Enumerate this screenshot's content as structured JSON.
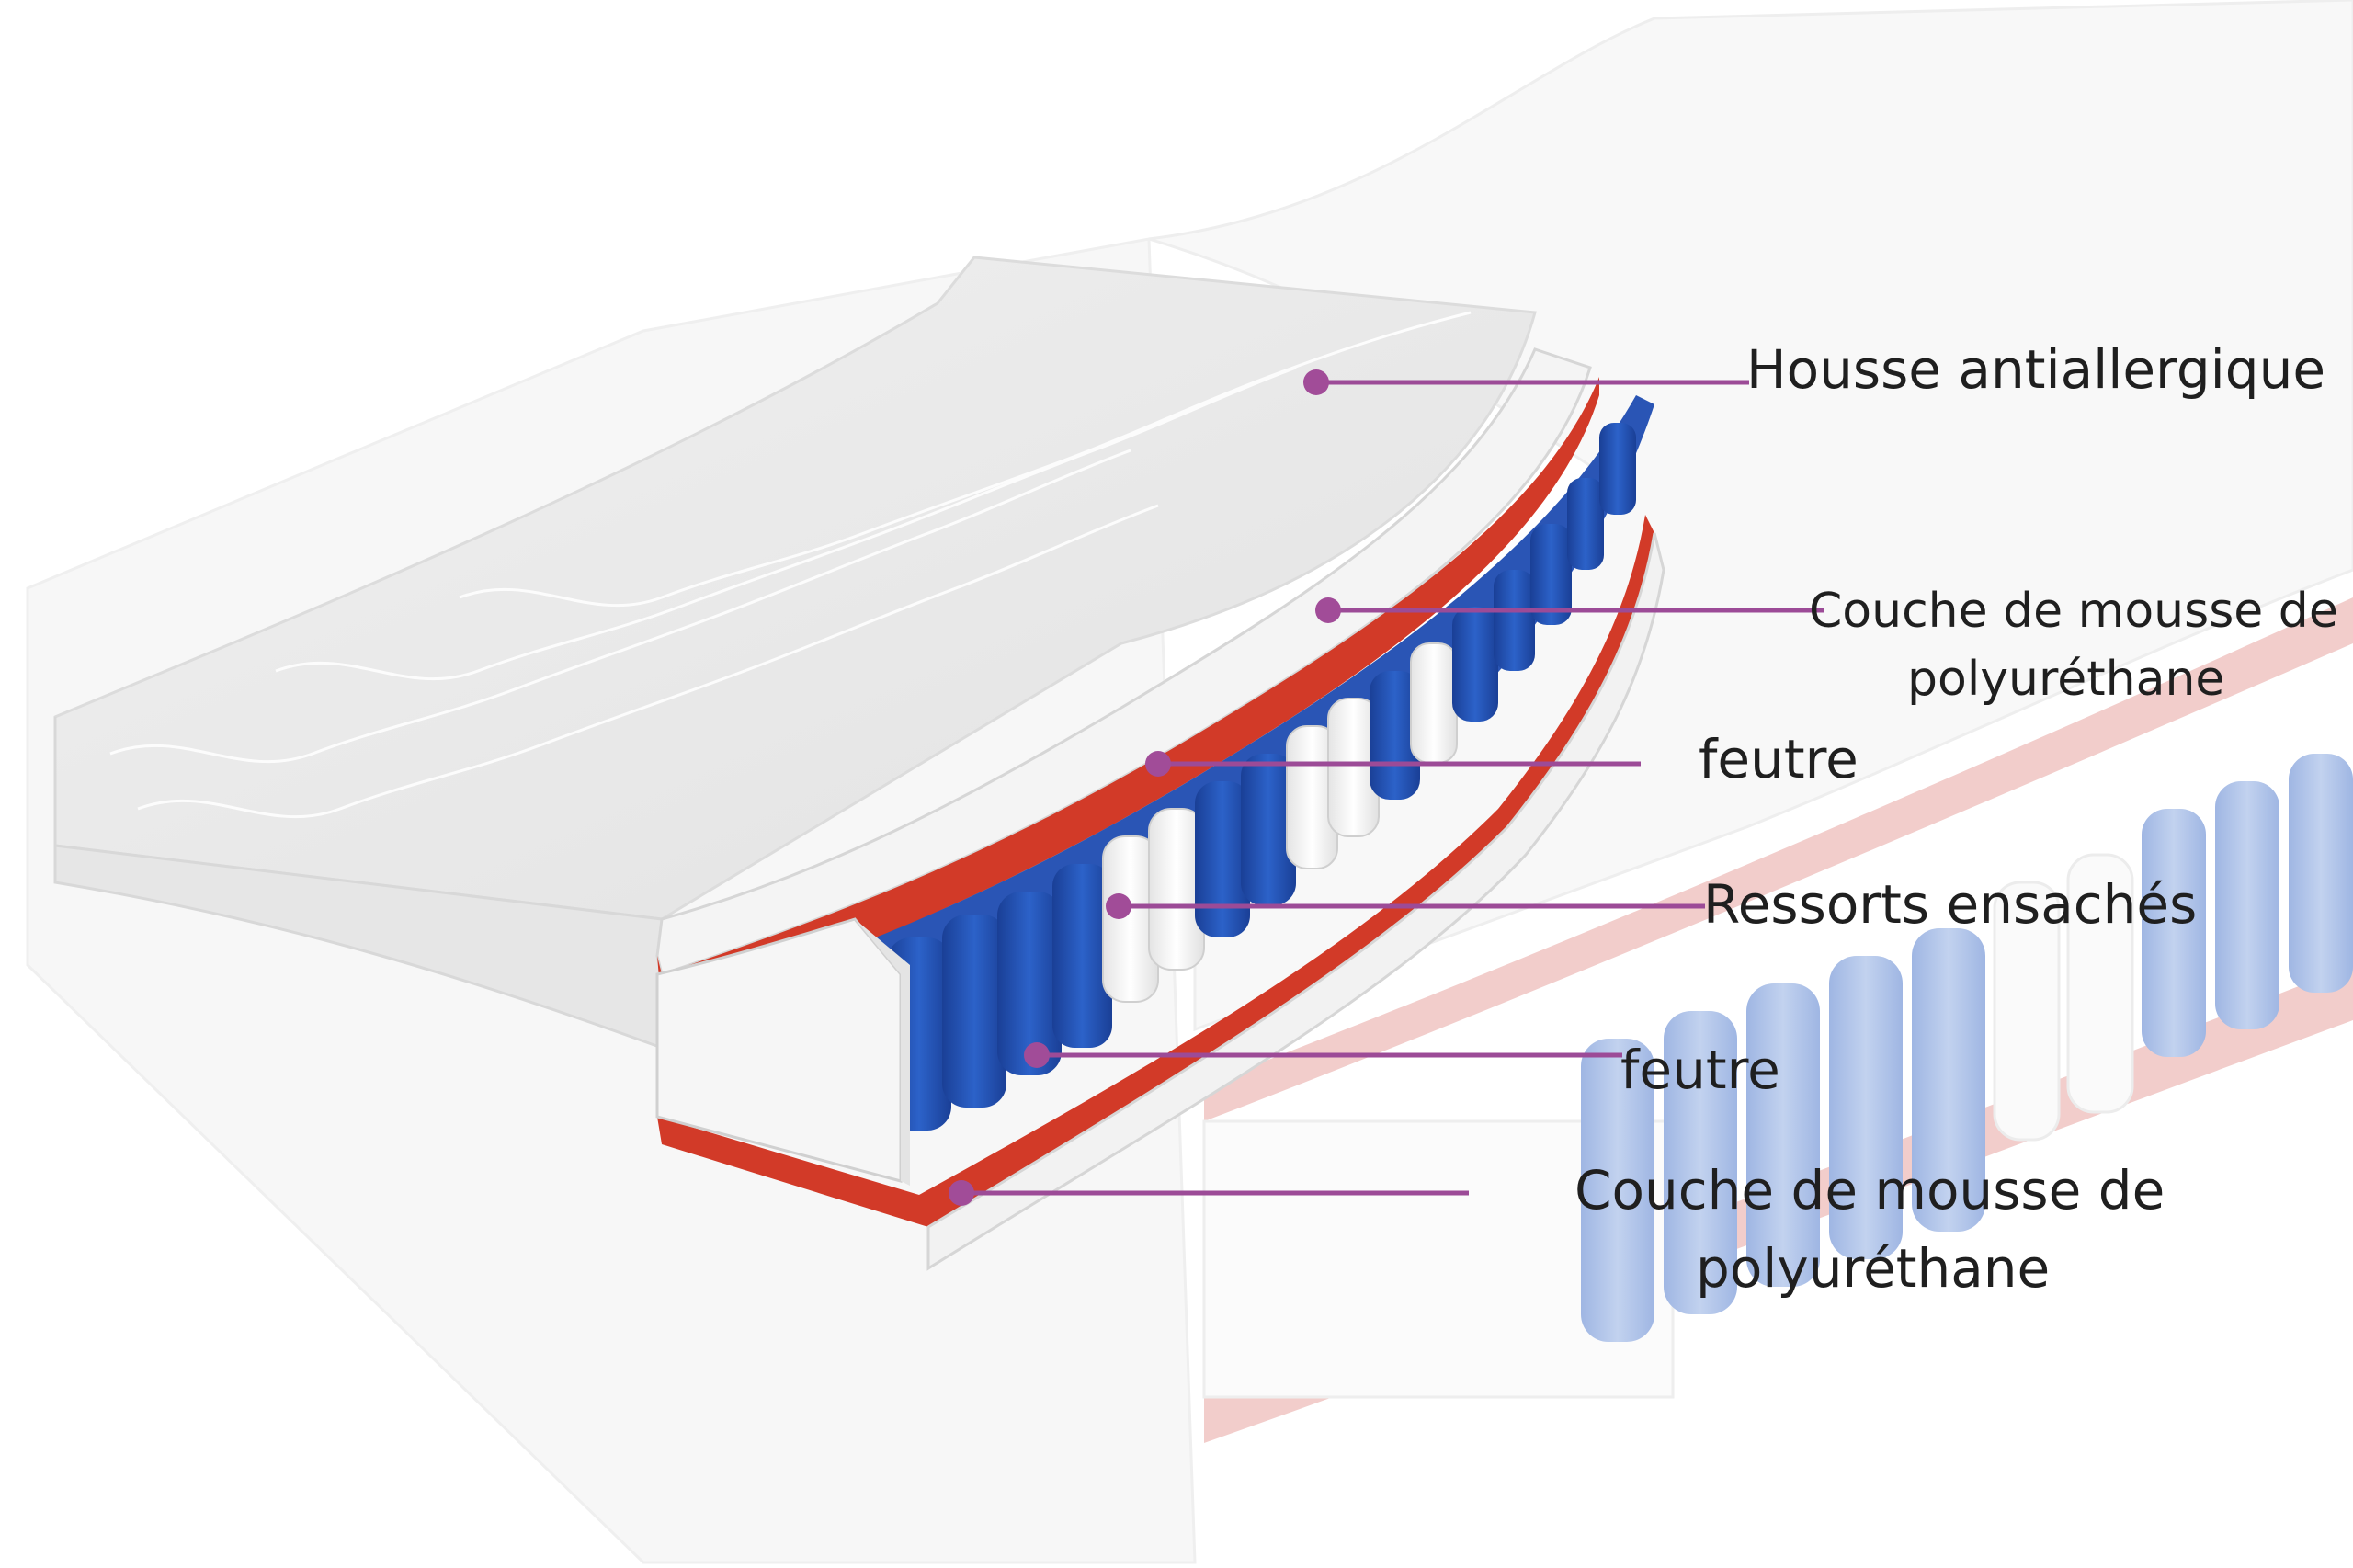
{
  "labels": {
    "cover": "Housse antiallergique",
    "foam_top_line1": "Couche de mousse de",
    "foam_top_line2": "polyuréthane",
    "felt_top": "feutre",
    "springs": "Ressorts ensachés",
    "felt_bottom": "feutre",
    "foam_bottom_line1": "Couche de mousse de",
    "foam_bottom_line2": "polyuréthane"
  },
  "colors": {
    "leader": "#9c4b97",
    "felt": "#d23a28",
    "spring_blue": "#2454b8",
    "spring_white": "#f4f4f4",
    "foam": "#f3f3f3",
    "background": "#ffffff"
  }
}
